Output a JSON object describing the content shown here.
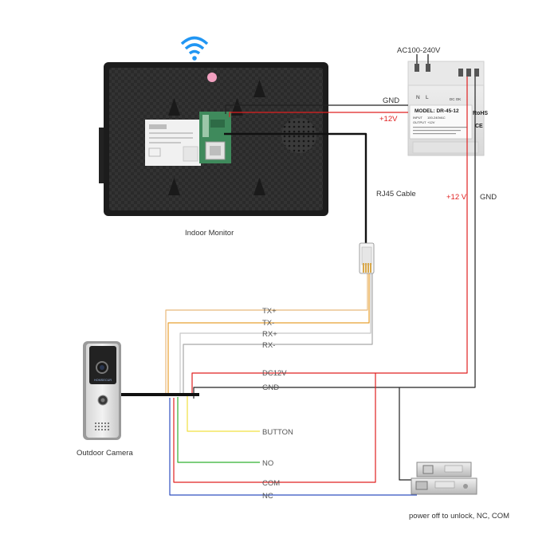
{
  "labels": {
    "ac_input": "AC100-240V",
    "gnd_monitor": "GND",
    "v12_monitor": "+12V",
    "v12_lock": "+12 V",
    "gnd_lock": "GND",
    "rj45": "RJ45 Cable",
    "indoor_monitor": "Indoor Monitor",
    "outdoor_camera": "Outdoor Camera",
    "lock_note": "power off to unlock,  NC,  COM"
  },
  "psu": {
    "model": "MODEL: DR-45-12",
    "rohs": "RoHS",
    "ce": "CE",
    "terminal_n": "N",
    "terminal_l": "L",
    "dc_ok": "DC OK",
    "input_label": "INPUT",
    "input_value": "100-240VAC",
    "output_label": "OUTPUT",
    "output_value": "+12V"
  },
  "camera": {
    "brand": "HOMSECUR"
  },
  "wires": [
    {
      "label": "TX+",
      "color": "#e8b97a"
    },
    {
      "label": "TX-",
      "color": "#e8a030"
    },
    {
      "label": "RX+",
      "color": "#c8c8c8"
    },
    {
      "label": "RX-",
      "color": "#a8a8a8"
    },
    {
      "label": "DC12V",
      "color": "#e02020"
    },
    {
      "label": "GND",
      "color": "#222222"
    },
    {
      "label": "BUTTON",
      "color": "#f0e040"
    },
    {
      "label": "NO",
      "color": "#30b030"
    },
    {
      "label": "COM",
      "color": "#e02020"
    },
    {
      "label": "NC",
      "color": "#3050c0"
    }
  ]
}
